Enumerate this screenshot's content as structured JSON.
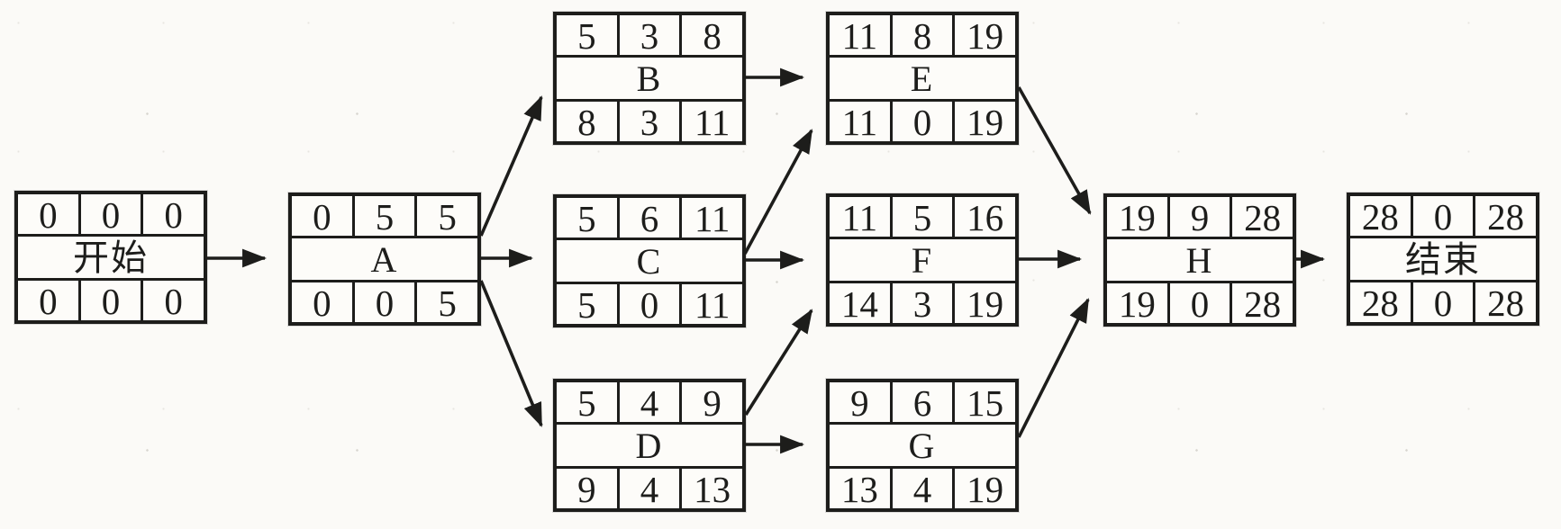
{
  "diagram_type": "activity-on-node-network",
  "colors": {
    "ink": "#1d1d1b",
    "paper": "#fbfaf7"
  },
  "nodes": [
    {
      "id": "start",
      "label": "开始",
      "top": [
        "0",
        "0",
        "0"
      ],
      "bottom": [
        "0",
        "0",
        "0"
      ]
    },
    {
      "id": "A",
      "label": "A",
      "top": [
        "0",
        "5",
        "5"
      ],
      "bottom": [
        "0",
        "0",
        "5"
      ]
    },
    {
      "id": "B",
      "label": "B",
      "top": [
        "5",
        "3",
        "8"
      ],
      "bottom": [
        "8",
        "3",
        "11"
      ]
    },
    {
      "id": "C",
      "label": "C",
      "top": [
        "5",
        "6",
        "11"
      ],
      "bottom": [
        "5",
        "0",
        "11"
      ]
    },
    {
      "id": "D",
      "label": "D",
      "top": [
        "5",
        "4",
        "9"
      ],
      "bottom": [
        "9",
        "4",
        "13"
      ]
    },
    {
      "id": "E",
      "label": "E",
      "top": [
        "11",
        "8",
        "19"
      ],
      "bottom": [
        "11",
        "0",
        "19"
      ]
    },
    {
      "id": "F",
      "label": "F",
      "top": [
        "11",
        "5",
        "16"
      ],
      "bottom": [
        "14",
        "3",
        "19"
      ]
    },
    {
      "id": "G",
      "label": "G",
      "top": [
        "9",
        "6",
        "15"
      ],
      "bottom": [
        "13",
        "4",
        "19"
      ]
    },
    {
      "id": "H",
      "label": "H",
      "top": [
        "19",
        "9",
        "28"
      ],
      "bottom": [
        "19",
        "0",
        "28"
      ]
    },
    {
      "id": "end",
      "label": "结束",
      "top": [
        "28",
        "0",
        "28"
      ],
      "bottom": [
        "28",
        "0",
        "28"
      ]
    }
  ],
  "edges": [
    {
      "from": "start",
      "to": "A"
    },
    {
      "from": "A",
      "to": "B"
    },
    {
      "from": "A",
      "to": "C"
    },
    {
      "from": "A",
      "to": "D"
    },
    {
      "from": "B",
      "to": "E"
    },
    {
      "from": "C",
      "to": "E"
    },
    {
      "from": "C",
      "to": "F"
    },
    {
      "from": "D",
      "to": "F"
    },
    {
      "from": "D",
      "to": "G"
    },
    {
      "from": "E",
      "to": "H"
    },
    {
      "from": "F",
      "to": "H"
    },
    {
      "from": "G",
      "to": "H"
    },
    {
      "from": "H",
      "to": "end"
    }
  ]
}
